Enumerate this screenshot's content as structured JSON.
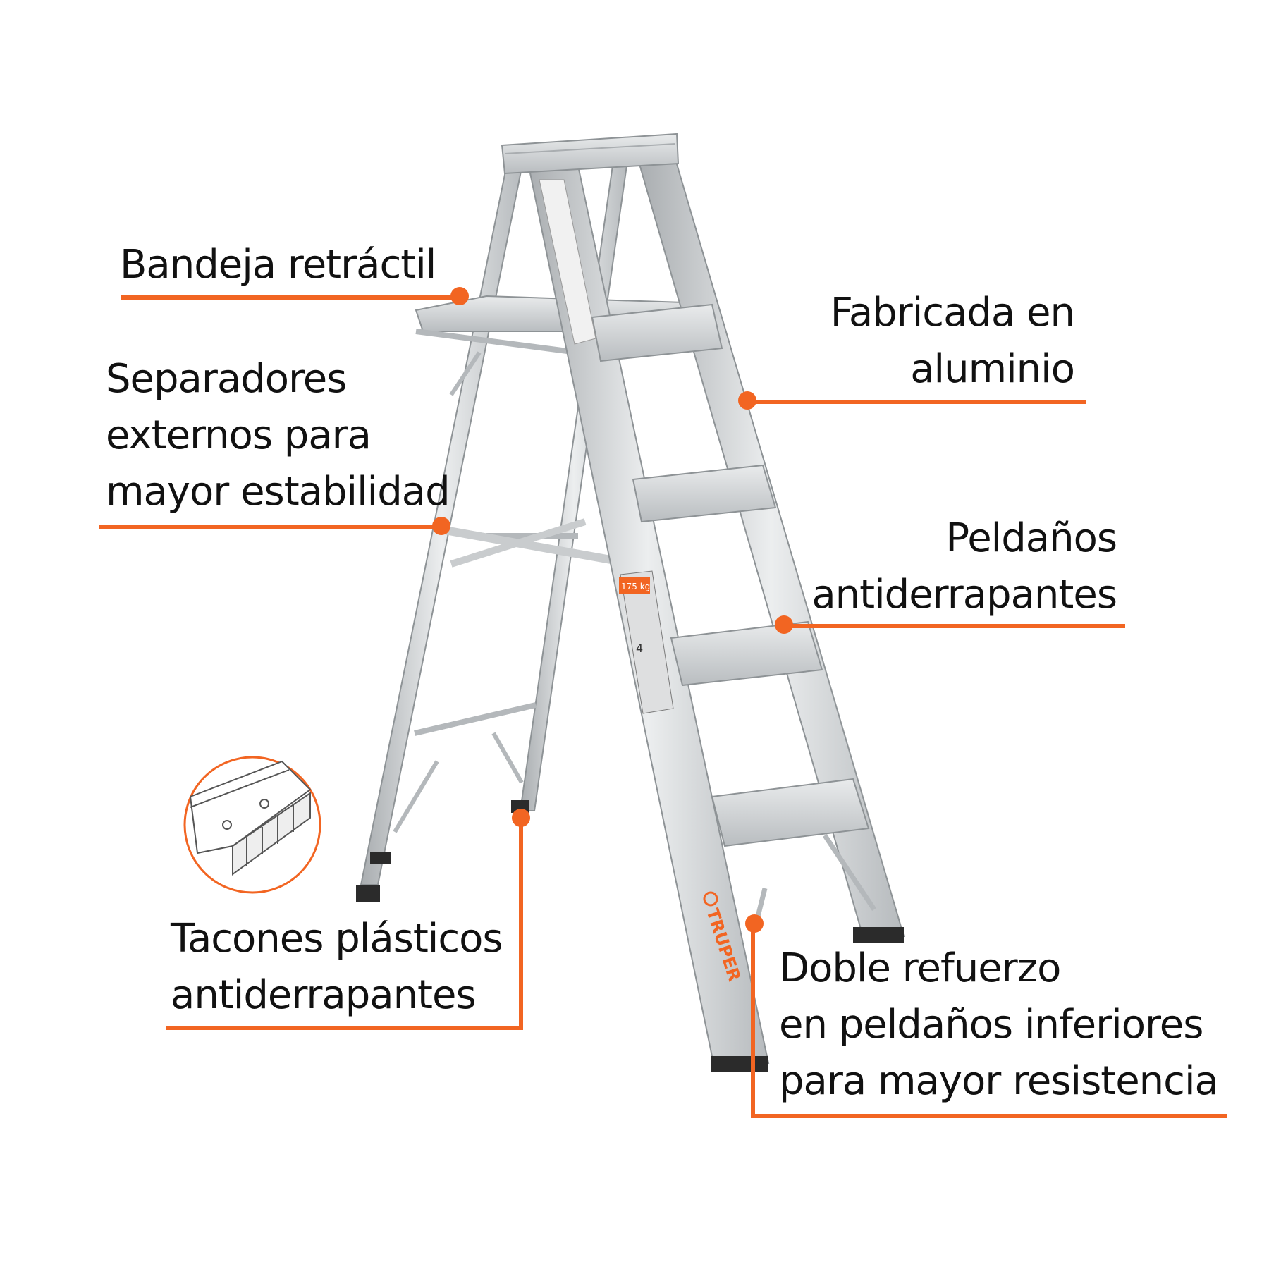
{
  "callouts": {
    "bandeja": {
      "lines": [
        "Bandeja retráctil"
      ]
    },
    "aluminio": {
      "lines": [
        "Fabricada en",
        "aluminio"
      ]
    },
    "separadores": {
      "lines": [
        "Separadores",
        "externos para",
        "mayor estabilidad"
      ]
    },
    "peldanos": {
      "lines": [
        "Peldaños",
        "antiderrapantes"
      ]
    },
    "tacones": {
      "lines": [
        "Tacones plásticos",
        "antiderrapantes"
      ]
    },
    "refuerzo": {
      "lines": [
        "Doble refuerzo",
        "en peldaños inferiores",
        "para mayor resistencia"
      ]
    }
  },
  "brand": {
    "name": "TRUPER",
    "load_rating": "175 kg",
    "size": "4"
  },
  "colors": {
    "accent": "#f26522",
    "metal": "#cfd2d4",
    "metal_dark": "#9ea3a6",
    "text": "#111111"
  },
  "icons": {
    "foot_detail": "ladder-foot-icon",
    "brand_logo": "truper-logo-icon"
  }
}
